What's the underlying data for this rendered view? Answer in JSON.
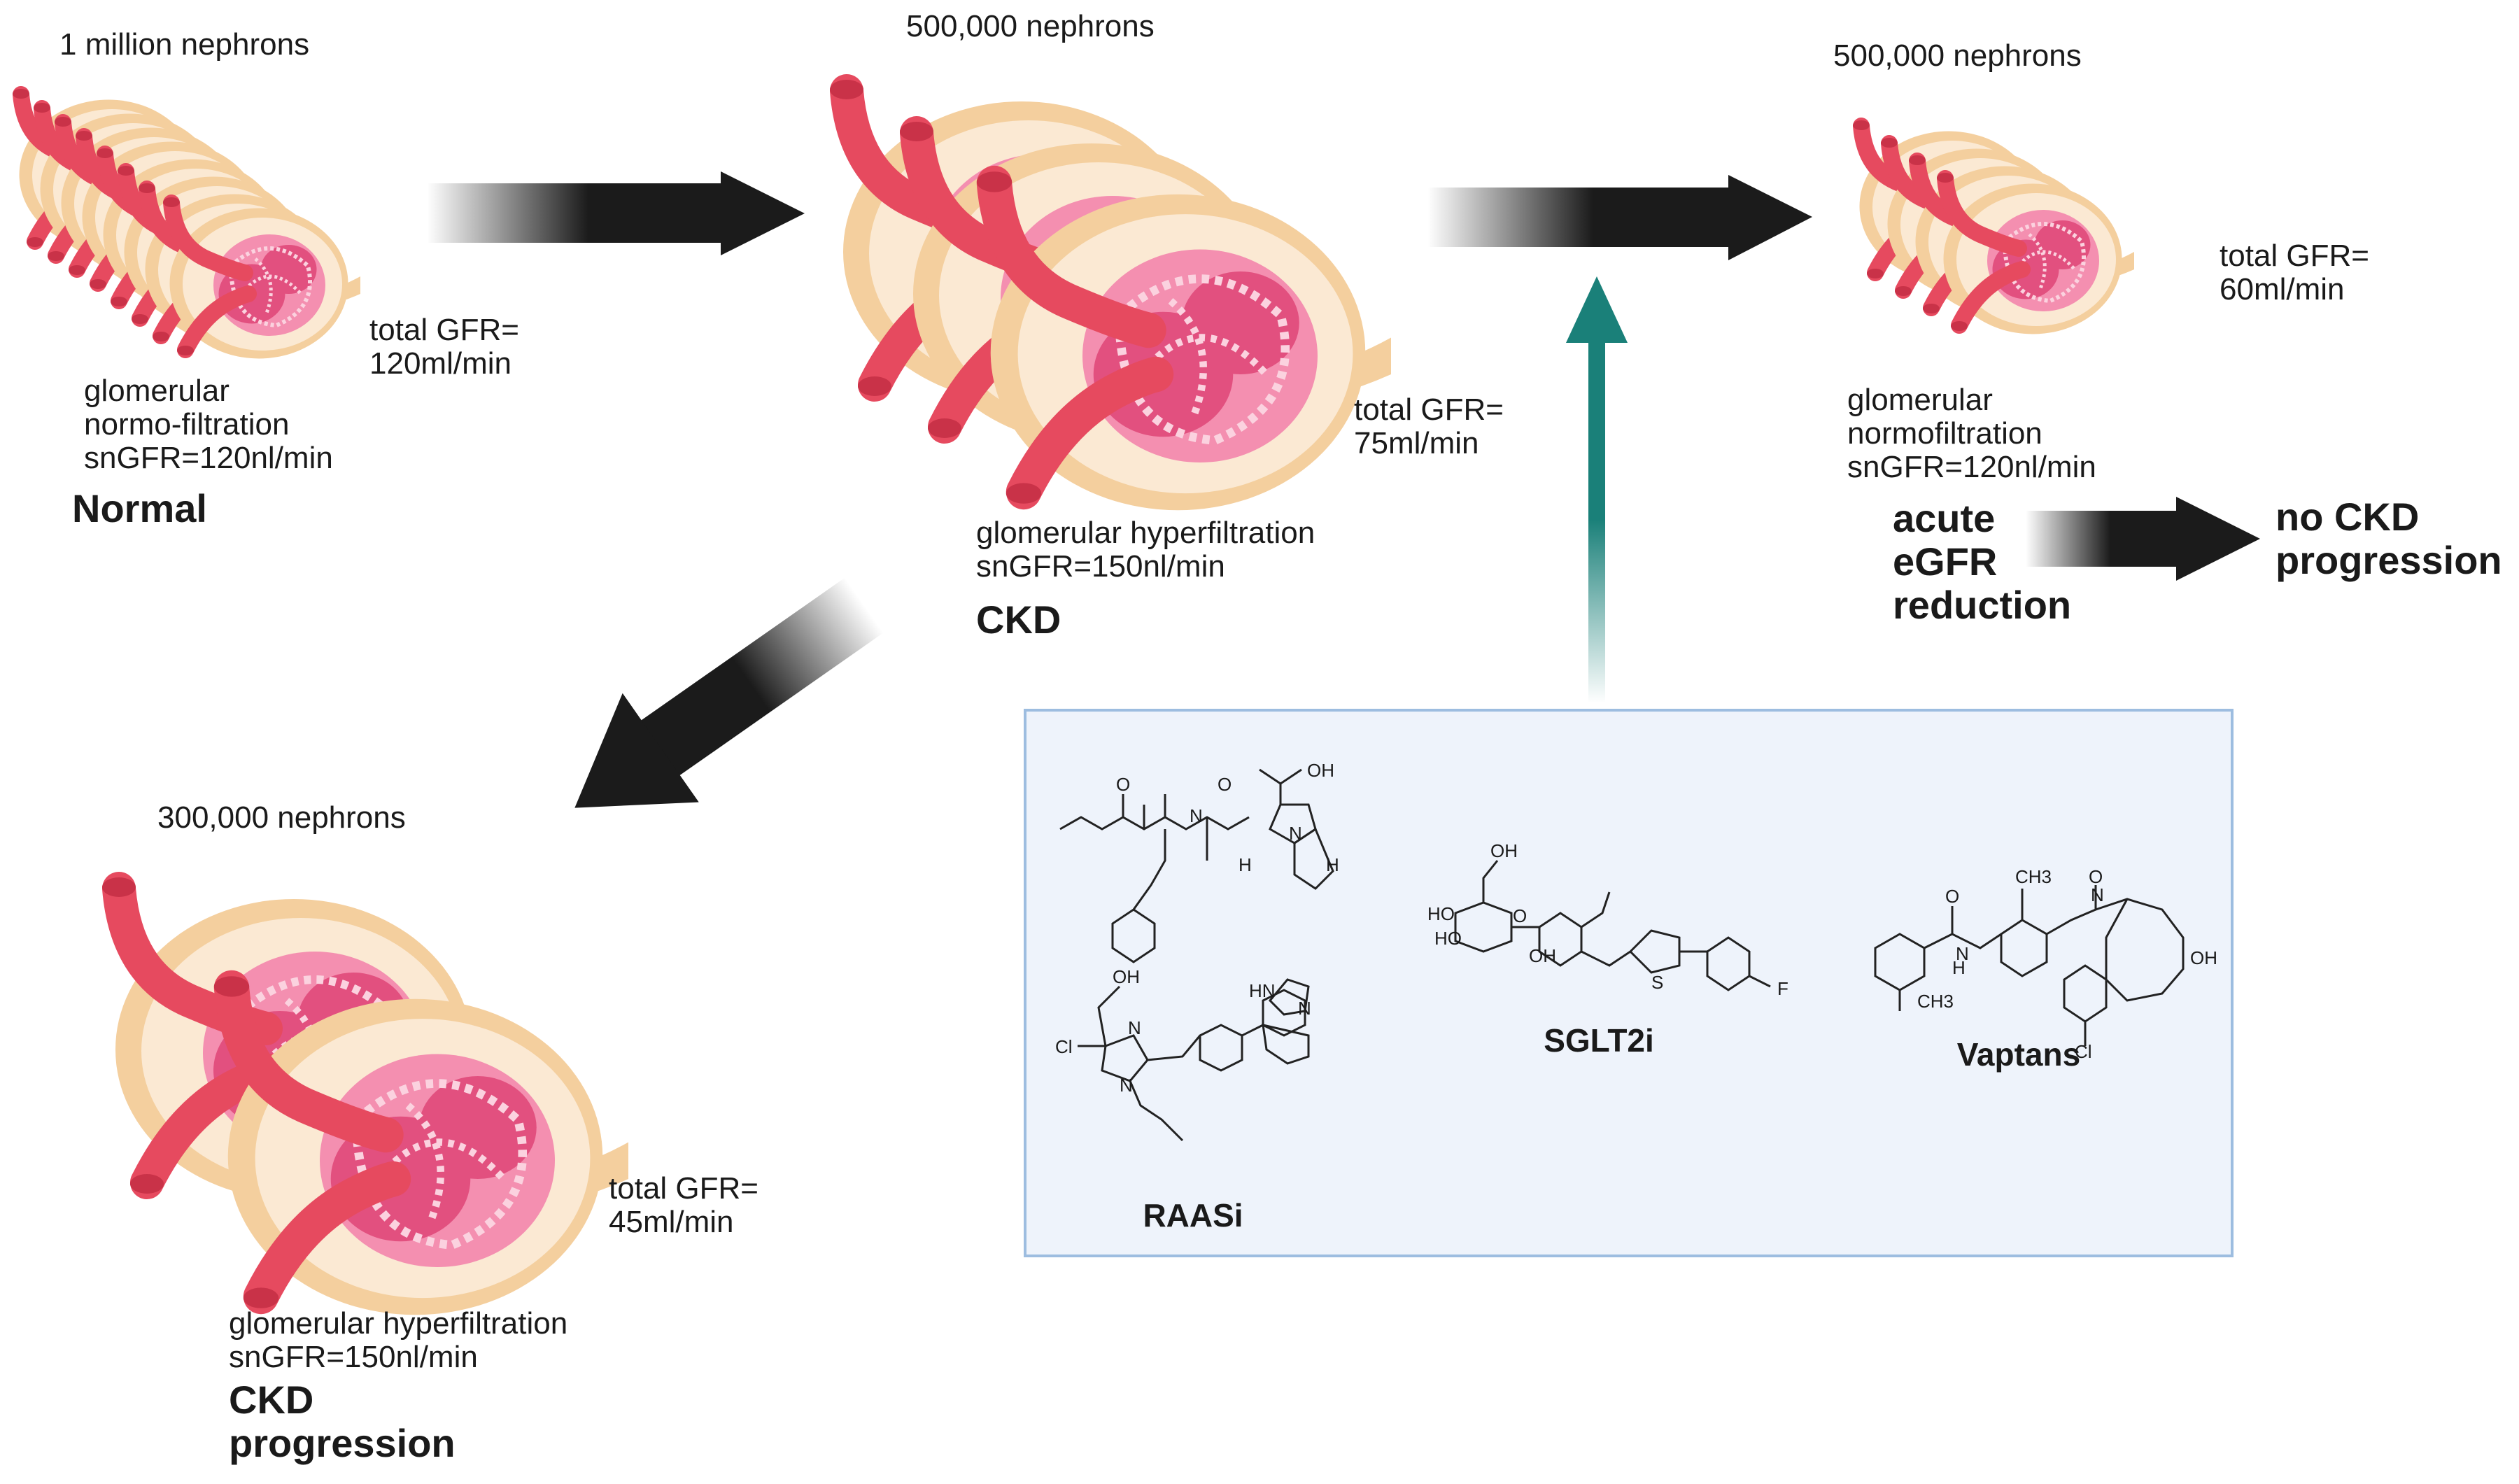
{
  "colors": {
    "capsule": "#f4cf9e",
    "capsule_inner": "#fbe9d3",
    "vessel": "#e64a5f",
    "tuft": "#f48fb0",
    "tuft_dark": "#e2507f",
    "arrow": "#1b1b1b",
    "teal_arrow": "#1a8079",
    "box_fill": "#eef3fb",
    "box_border": "#9dbde0"
  },
  "normal": {
    "count": "1 million nephrons",
    "gfr": "total GFR=\n120ml/min",
    "filtration": "glomerular\nnormo-filtration\nsnGFR=120nl/min",
    "label": "Normal"
  },
  "ckd": {
    "count": "500,000 nephrons",
    "gfr": "total GFR=\n75ml/min",
    "filtration": "glomerular hyperfiltration\nsnGFR=150nl/min",
    "label": "CKD"
  },
  "treated": {
    "count": "500,000 nephrons",
    "gfr": "total GFR=\n60ml/min",
    "filtration": "glomerular\nnormofiltration\nsnGFR=120nl/min",
    "acute": "acute\neGFR\nreduction",
    "outcome": "no CKD\nprogression"
  },
  "progression": {
    "count": "300,000 nephrons",
    "gfr": "total GFR=\n45ml/min",
    "filtration": "glomerular hyperfiltration\nsnGFR=150nl/min",
    "label": "CKD\nprogression"
  },
  "drugs": {
    "raasi": "RAASi",
    "sglt2i": "SGLT2i",
    "vaptans": "Vaptans"
  },
  "chem_labels": {
    "raasi_top": [
      "O",
      "N",
      "O",
      "OH",
      "N",
      "H",
      "H"
    ],
    "raasi_bottom": [
      "OH",
      "Cl",
      "N",
      "N",
      "HN",
      "N"
    ],
    "sglt2": [
      "OH",
      "HO",
      "HO",
      "OH",
      "O",
      "S",
      "F"
    ],
    "vaptan": [
      "O",
      "CH3",
      "O",
      "N",
      "N",
      "H",
      "CH3",
      "OH",
      "Cl"
    ]
  }
}
